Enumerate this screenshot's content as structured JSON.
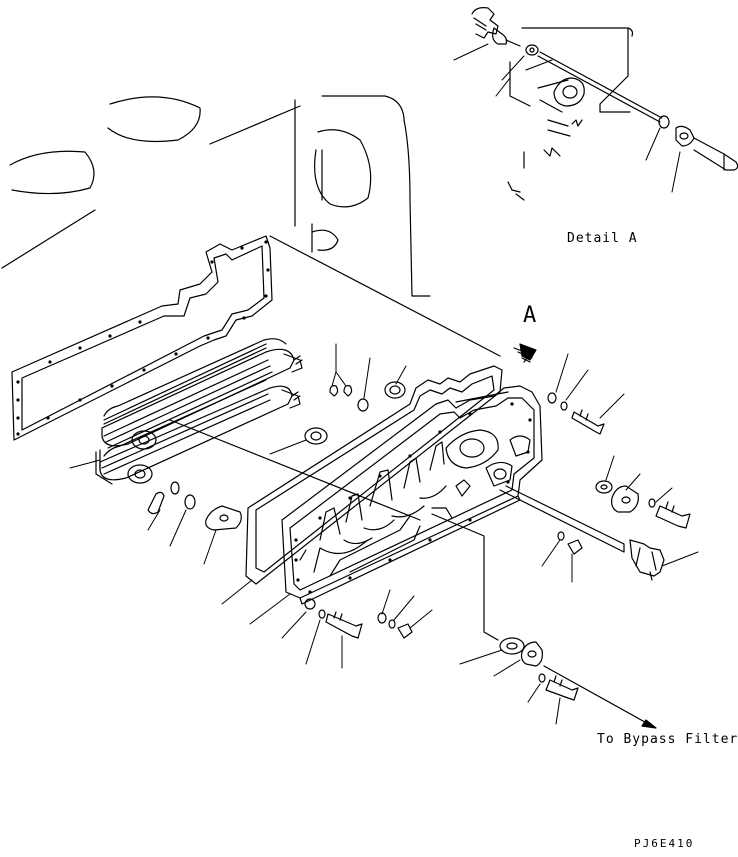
{
  "diagram": {
    "view_label": "A",
    "detail_label": "Detail  A",
    "flow_label": "To Bypass Filter",
    "drawing_number": "PJ6E410"
  },
  "colors": {
    "line": "#000000",
    "background": "#ffffff"
  }
}
